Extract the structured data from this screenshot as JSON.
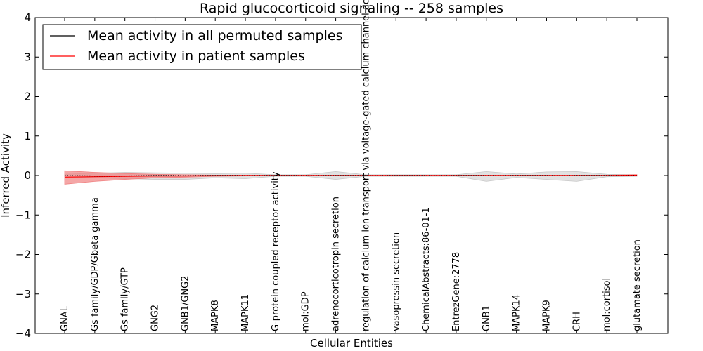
{
  "chart_data": {
    "type": "line",
    "title": "Rapid glucocorticoid signaling -- 258 samples",
    "xlabel": "Cellular Entities",
    "ylabel": "Inferred Activity",
    "ylim": [
      -4,
      4
    ],
    "yticks": [
      -4,
      -3,
      -2,
      -1,
      0,
      1,
      2,
      3,
      4
    ],
    "grid": false,
    "legend_position": "top-left",
    "categories": [
      "GNAL",
      "Gs family/GDP/Gbeta gamma",
      "Gs family/GTP",
      "GNG2",
      "GNB1/GNG2",
      "MAPK8",
      "MAPK11",
      "G-protein coupled receptor activity",
      "mol:GDP",
      "adrenocorticotropin secretion",
      "regulation of calcium ion transport via voltage-gated calcium channel activity",
      "vasopressin secretion",
      "ChemicalAbstracts:86-01-1",
      "EntrezGene:2778",
      "GNB1",
      "MAPK14",
      "MAPK9",
      "CRH",
      "mol:cortisol",
      "glutamate secretion"
    ],
    "series": [
      {
        "name": "Mean activity in all permuted samples",
        "color": "#000000",
        "style": "dotted",
        "values": [
          0,
          -0.01,
          -0.01,
          0,
          0,
          0,
          0,
          0,
          0,
          0,
          0,
          0,
          0,
          0,
          0,
          0,
          0,
          0,
          0,
          0
        ],
        "band_upper": [
          0.03,
          0.06,
          0.08,
          0.07,
          0.06,
          0.05,
          0.06,
          0.02,
          0.02,
          0.1,
          0.02,
          0.02,
          0.02,
          0.02,
          0.1,
          0.04,
          0.09,
          0.1,
          0.03,
          0.02
        ],
        "band_lower": [
          -0.03,
          -0.06,
          -0.08,
          -0.1,
          -0.1,
          -0.06,
          -0.08,
          -0.02,
          -0.02,
          -0.1,
          -0.02,
          -0.02,
          -0.02,
          -0.02,
          -0.15,
          -0.05,
          -0.1,
          -0.15,
          -0.03,
          -0.02
        ],
        "band_color": "#c8c8c8"
      },
      {
        "name": "Mean activity in patient samples",
        "color": "#ff0000",
        "style": "solid",
        "values": [
          -0.04,
          -0.03,
          -0.02,
          -0.01,
          -0.01,
          0,
          0,
          0,
          0,
          0,
          0,
          0,
          0,
          0,
          0,
          0,
          0,
          0,
          0,
          0.01
        ],
        "band_upper": [
          0.12,
          0.08,
          0.05,
          0.03,
          0.02,
          0.01,
          0.01,
          0.01,
          0.01,
          0.01,
          0.01,
          0.01,
          0.01,
          0.01,
          0.01,
          0.01,
          0.01,
          0.01,
          0.01,
          0.02
        ],
        "band_lower": [
          -0.22,
          -0.15,
          -0.1,
          -0.06,
          -0.04,
          -0.02,
          -0.01,
          -0.01,
          -0.01,
          -0.01,
          -0.01,
          -0.01,
          -0.01,
          -0.01,
          -0.01,
          -0.01,
          -0.01,
          -0.01,
          -0.01,
          0
        ],
        "band_color": "#f08080"
      }
    ]
  }
}
